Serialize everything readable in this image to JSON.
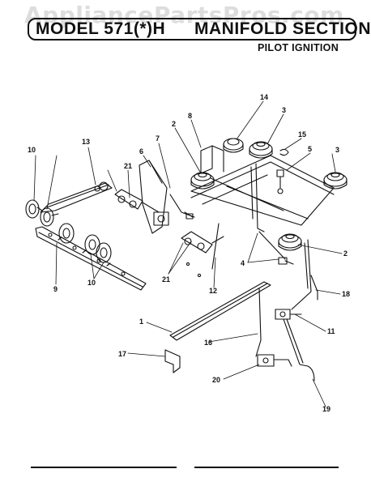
{
  "header": {
    "watermark": "AppliancePartsPros.com",
    "model": "MODEL 571(*)H",
    "section": "MANIFOLD SECTION",
    "subtitle": "PILOT IGNITION"
  },
  "callouts": {
    "c1": "1",
    "c2a": "2",
    "c2b": "2",
    "c3a": "3",
    "c3b": "3",
    "c4": "4",
    "c5": "5",
    "c6": "6",
    "c7": "7",
    "c8": "8",
    "c9": "9",
    "c10a": "10",
    "c10b": "10",
    "c11": "11",
    "c12": "12",
    "c13": "13",
    "c14": "14",
    "c15": "15",
    "c16": "16",
    "c17": "17",
    "c18": "18",
    "c19": "19",
    "c20": "20",
    "c21a": "21",
    "c21b": "21"
  }
}
